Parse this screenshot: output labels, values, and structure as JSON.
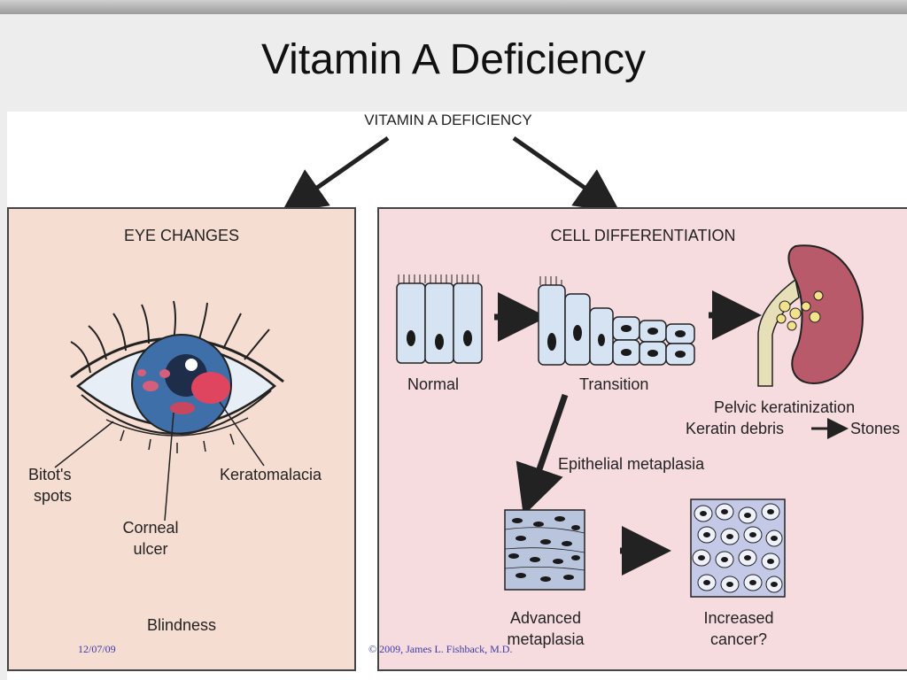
{
  "slide": {
    "title": "Vitamin  A Deficiency"
  },
  "figure": {
    "heading": "VITAMIN A DEFICIENCY",
    "eye_panel": {
      "title": "EYE CHANGES",
      "labels": {
        "bitots": [
          "Bitot's",
          "spots"
        ],
        "corneal": [
          "Corneal",
          "ulcer"
        ],
        "keratomalacia": "Keratomalacia",
        "blindness": "Blindness"
      }
    },
    "cell_panel": {
      "title": "CELL DIFFERENTIATION",
      "normal": "Normal",
      "transition": "Transition",
      "pelvic": "Pelvic keratinization",
      "keratin_debris": "Keratin debris",
      "stones": "Stones",
      "epithelial": "Epithelial metaplasia",
      "advanced": [
        "Advanced",
        "metaplasia"
      ],
      "cancer": [
        "Increased",
        "cancer?"
      ]
    }
  },
  "footer": {
    "date": "12/07/09",
    "copyright": "© 2009, James L. Fishback, M.D."
  },
  "colors": {
    "eye_panel_bg": "#f6ddd2",
    "cell_panel_bg": "#f7dcdf",
    "cell_fill": "#d6e3f3",
    "kidney": "#b85a6a",
    "fat": "#f2e28a"
  }
}
